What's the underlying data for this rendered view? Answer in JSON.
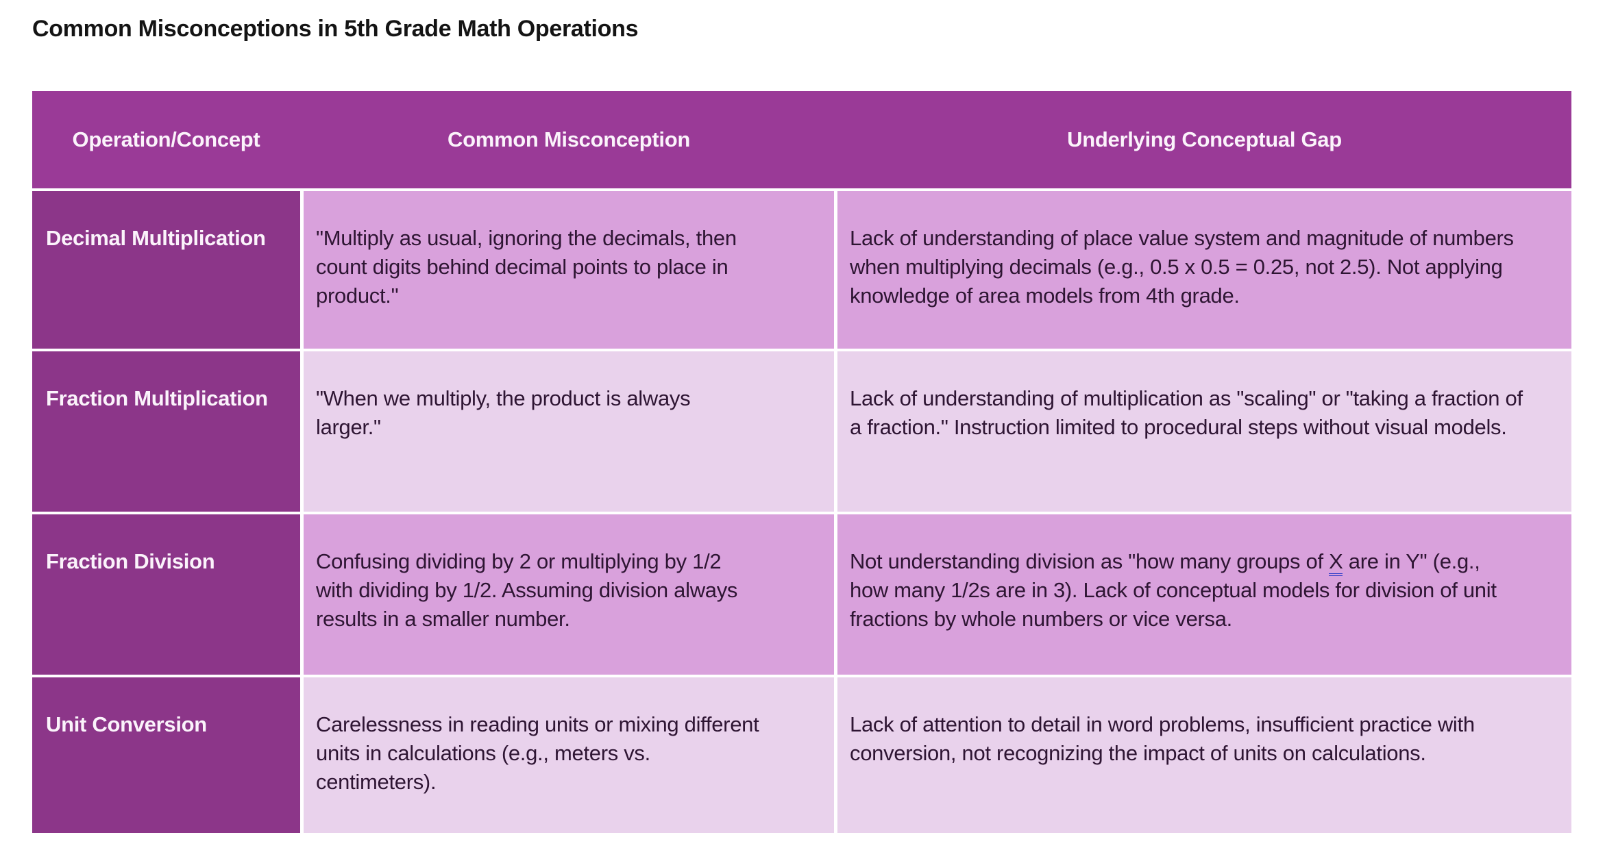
{
  "page": {
    "title": "Common Misconceptions in 5th Grade Math Operations"
  },
  "colors": {
    "header_bg": "#9A3A97",
    "concept_column_bg": "#8C3689",
    "row_odd_bg": "#D9A1DC",
    "row_even_bg": "#E9D2EC",
    "header_text": "#FBF3FB",
    "body_text": "#2E1533",
    "grammar_underline": "#2F3EC8",
    "title_text": "#141414"
  },
  "table": {
    "headers": [
      "Operation/Concept",
      "Common Misconception",
      "Underlying Conceptual Gap"
    ],
    "rows": [
      {
        "concept": "Decimal Multiplication",
        "misconception": "\"Multiply as usual, ignoring the decimals, then count digits behind decimal points to place in product.\"",
        "gap": "Lack of understanding of place value system and magnitude of numbers when multiplying decimals (e.g., 0.5 x 0.5 = 0.25, not 2.5). Not applying knowledge of area models from 4th grade."
      },
      {
        "concept": "Fraction Multiplication",
        "misconception": "\"When we multiply, the product is always larger.\"",
        "gap": "Lack of understanding of multiplication as \"scaling\" or \"taking a fraction of a fraction.\" Instruction limited to procedural steps without visual models."
      },
      {
        "concept": "Fraction Division",
        "misconception": "Confusing dividing by 2 or multiplying by 1/2 with dividing by 1/2. Assuming division always results in a smaller number.",
        "gap_before": "Not understanding division as \"how many groups of ",
        "gap_underlined": "X",
        "gap_after": " are in Y\" (e.g., how many 1/2s are in 3). Lack of conceptual models for division of unit fractions by whole numbers or vice versa."
      },
      {
        "concept": "Unit Conversion",
        "misconception": "Carelessness in reading units or mixing different units in calculations (e.g., meters vs. centimeters).",
        "gap": "Lack of attention to detail in word problems, insufficient practice with conversion, not recognizing the impact of units on calculations."
      }
    ]
  }
}
